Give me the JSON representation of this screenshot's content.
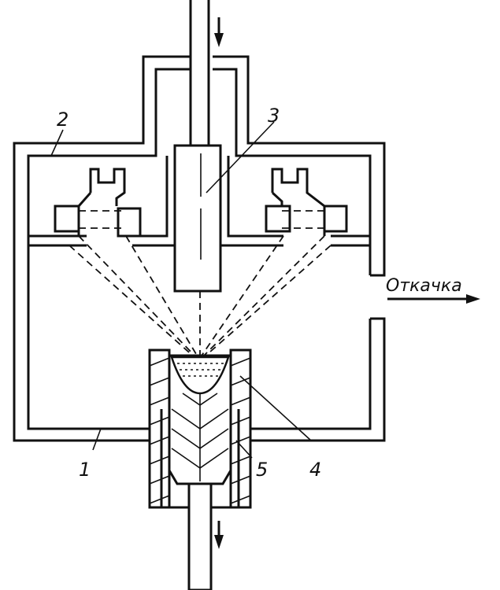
{
  "labels": {
    "chamber": "1",
    "gun": "2",
    "feed_rod": "3",
    "crucible": "4",
    "ingot": "5",
    "pumping": "Откачка"
  }
}
